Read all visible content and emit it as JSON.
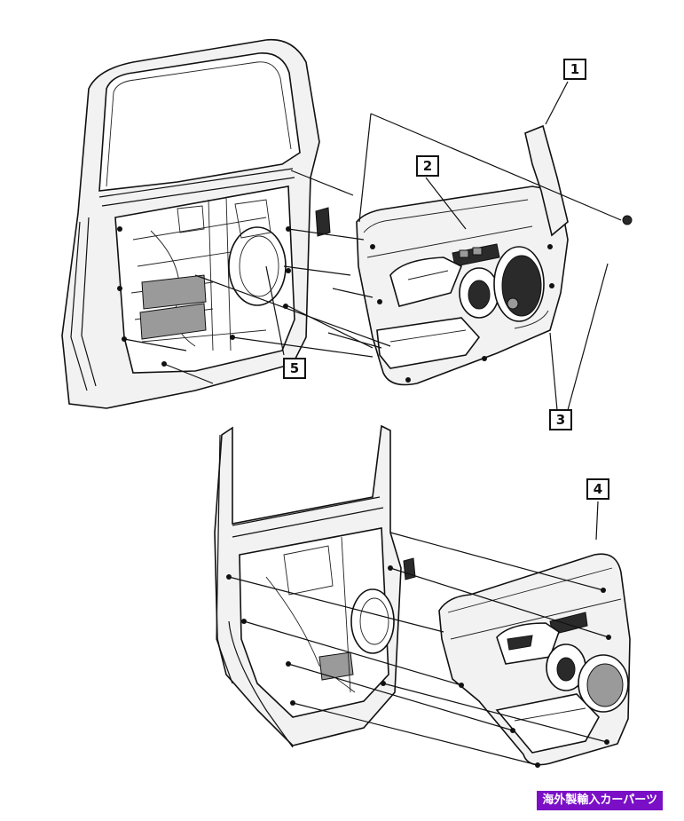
{
  "diagram": {
    "callouts": [
      {
        "id": "1",
        "label": "1"
      },
      {
        "id": "2",
        "label": "2"
      },
      {
        "id": "3",
        "label": "3"
      },
      {
        "id": "4",
        "label": "4"
      },
      {
        "id": "5",
        "label": "5"
      }
    ]
  },
  "watermark": {
    "text": "海外製輸入カーパーツ"
  }
}
